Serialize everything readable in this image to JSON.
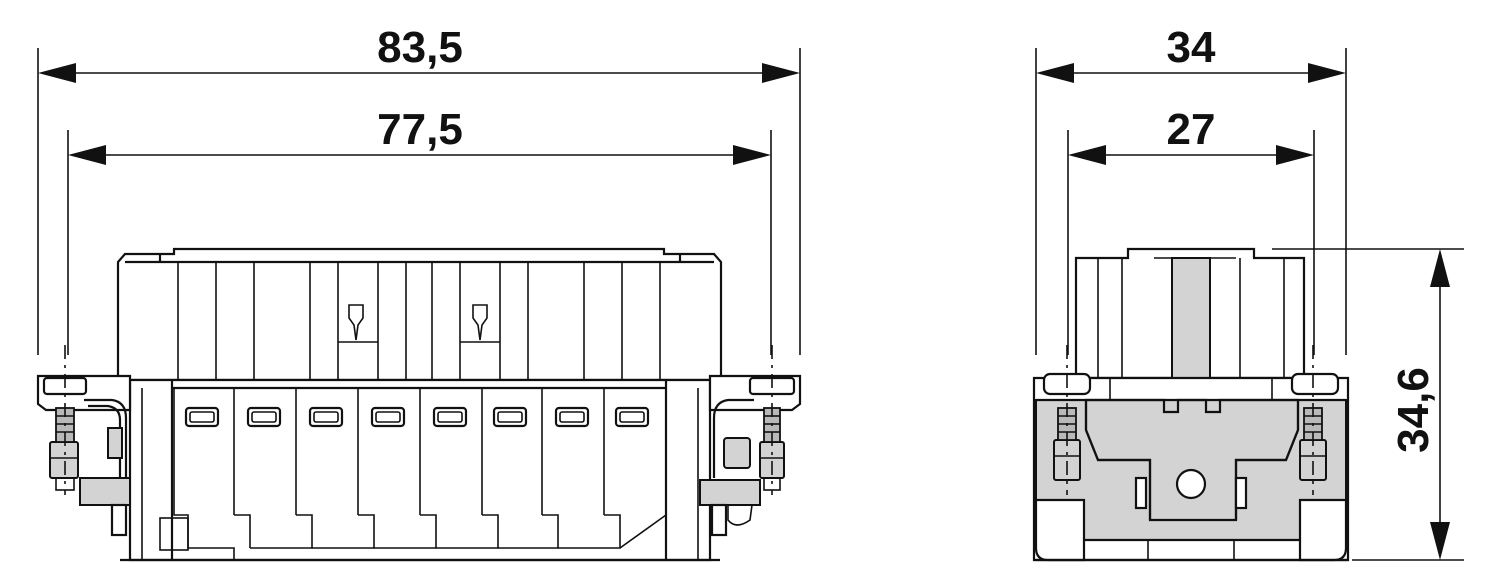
{
  "front_view": {
    "dim_overall": "83,5",
    "dim_mounting": "77,5",
    "slot_count": 8
  },
  "side_view": {
    "dim_overall": "34",
    "dim_mounting": "27",
    "dim_height": "34,6"
  },
  "colors": {
    "line": "#111111",
    "fill_grey": "#d3d3d3",
    "background": "#ffffff"
  }
}
